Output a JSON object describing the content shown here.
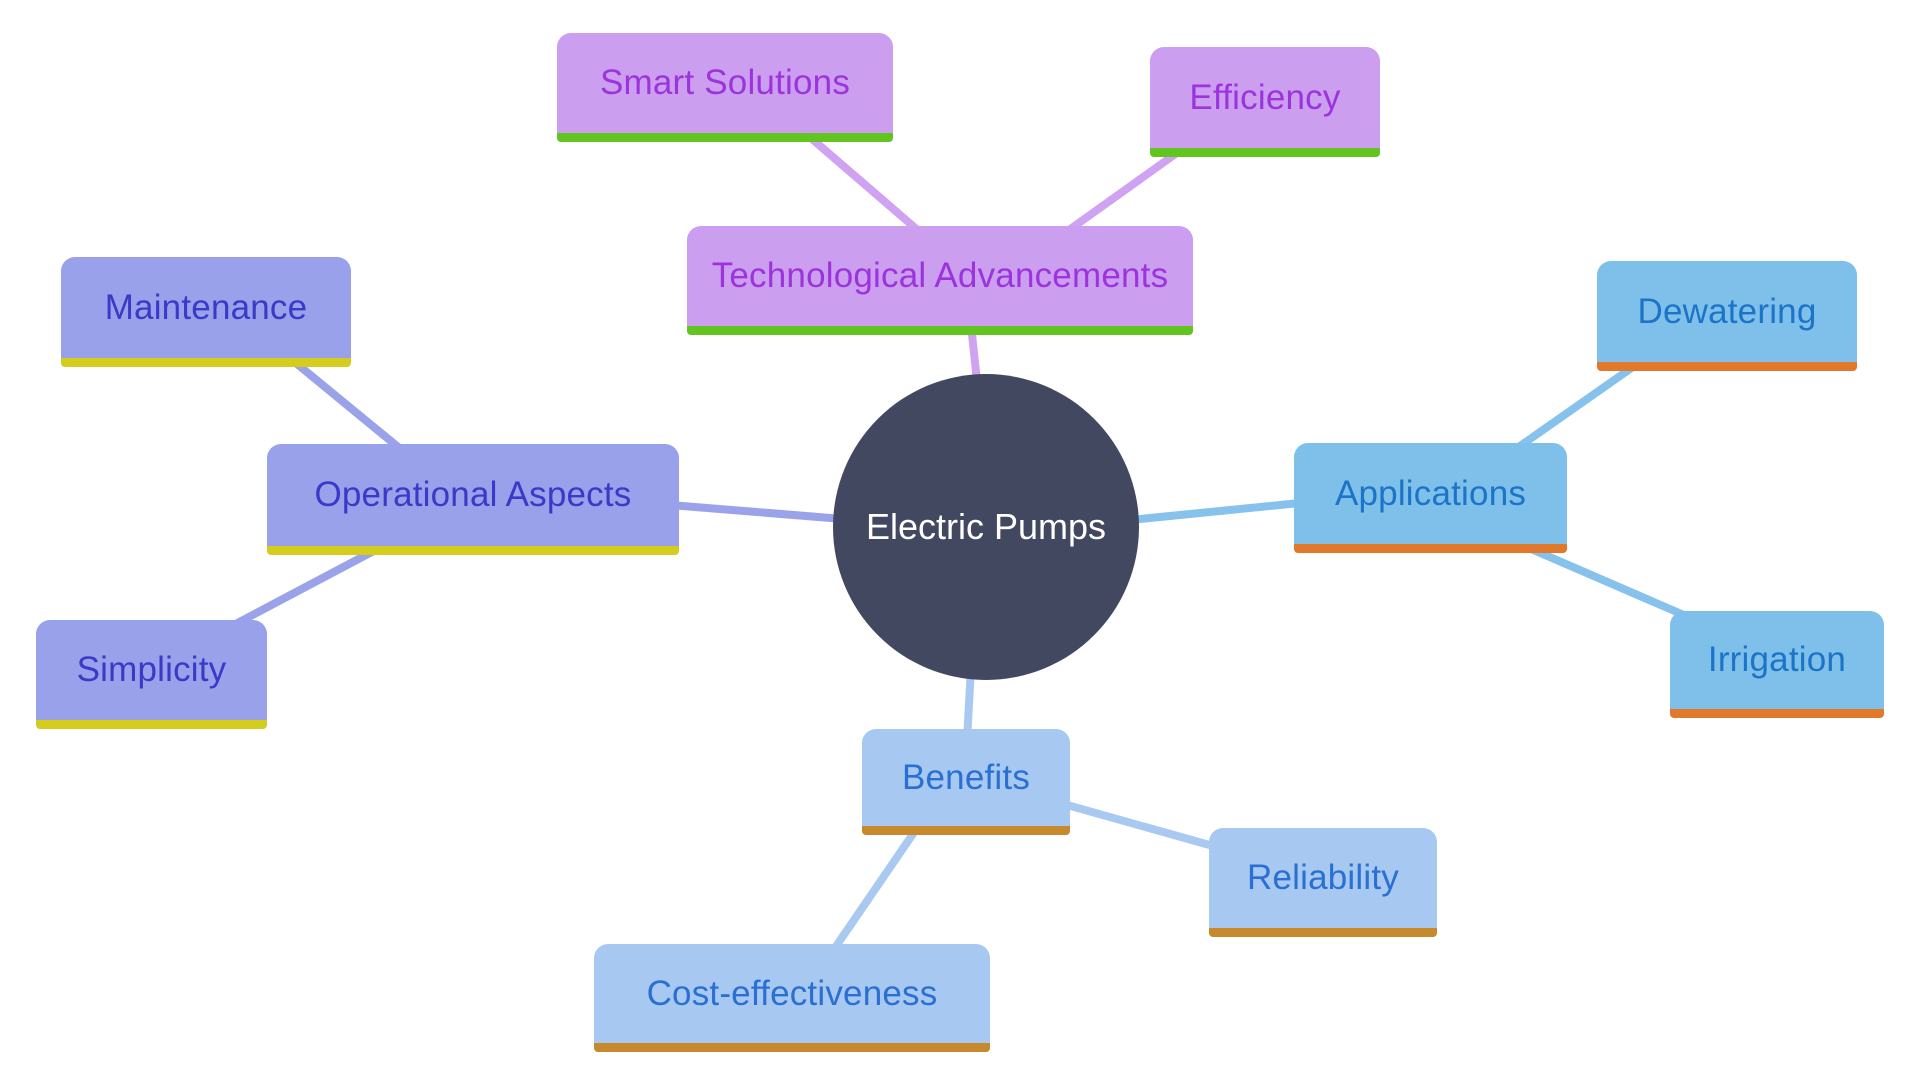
{
  "diagram": {
    "type": "mindmap",
    "center": {
      "label": "Electric Pumps"
    },
    "branches": [
      {
        "label": "Technological Advancements",
        "children": [
          "Smart Solutions",
          "Efficiency"
        ],
        "theme": {
          "bg": "#cb9ef0",
          "text": "#9c33dd",
          "underline": "#62c41e",
          "line": "#cfa3f1"
        }
      },
      {
        "label": "Operational Aspects",
        "children": [
          "Maintenance",
          "Simplicity"
        ],
        "theme": {
          "bg": "#98a1e9",
          "text": "#3a39c8",
          "underline": "#d5cd1e",
          "line": "#9aa3ea"
        }
      },
      {
        "label": "Applications",
        "children": [
          "Dewatering",
          "Irrigation"
        ],
        "theme": {
          "bg": "#7fc0ea",
          "text": "#1b74c8",
          "underline": "#e2782a",
          "line": "#87c2ec"
        }
      },
      {
        "label": "Benefits",
        "children": [
          "Reliability",
          "Cost-effectiveness"
        ],
        "theme": {
          "bg": "#a7c8f0",
          "text": "#2a6fd2",
          "underline": "#c8882e",
          "line": "#a9c9f1"
        }
      }
    ],
    "center_style": {
      "bg": "#434861",
      "text": "#ffffff"
    },
    "background": "#ffffff"
  }
}
